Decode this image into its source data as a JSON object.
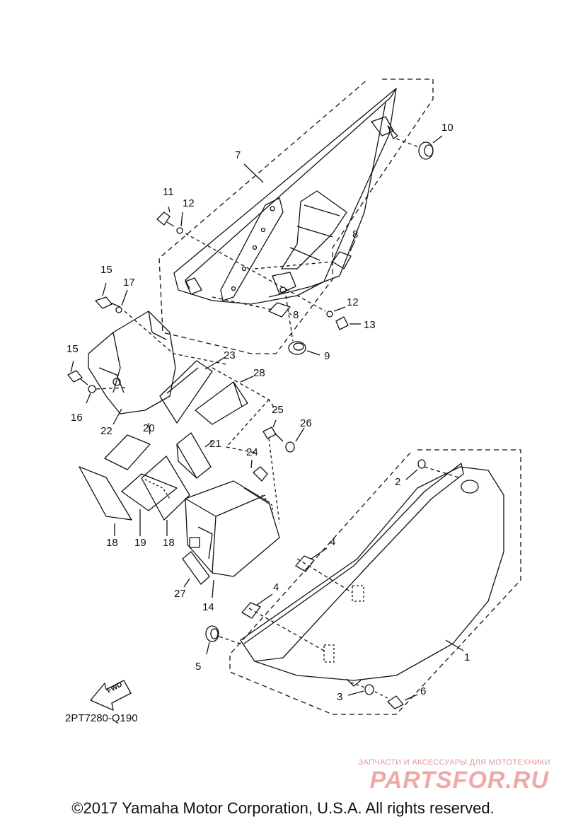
{
  "parts": [
    {
      "ref": "1"
    },
    {
      "ref": "2"
    },
    {
      "ref": "3"
    },
    {
      "ref": "4"
    },
    {
      "ref": "4"
    },
    {
      "ref": "5"
    },
    {
      "ref": "6"
    },
    {
      "ref": "7"
    },
    {
      "ref": "8"
    },
    {
      "ref": "8"
    },
    {
      "ref": "9"
    },
    {
      "ref": "10"
    },
    {
      "ref": "11"
    },
    {
      "ref": "12"
    },
    {
      "ref": "12"
    },
    {
      "ref": "13"
    },
    {
      "ref": "14"
    },
    {
      "ref": "15"
    },
    {
      "ref": "15"
    },
    {
      "ref": "16"
    },
    {
      "ref": "17"
    },
    {
      "ref": "18"
    },
    {
      "ref": "18"
    },
    {
      "ref": "19"
    },
    {
      "ref": "20"
    },
    {
      "ref": "21"
    },
    {
      "ref": "22"
    },
    {
      "ref": "23"
    },
    {
      "ref": "24"
    },
    {
      "ref": "25"
    },
    {
      "ref": "26"
    },
    {
      "ref": "27"
    },
    {
      "ref": "28"
    }
  ],
  "fwd_label": "FWD",
  "drawing_code": "2PT7280-Q190",
  "copyright": "©2017 Yamaha Motor Corporation, U.S.A. All rights reserved.",
  "watermark": {
    "tagline": "ЗАПЧАСТИ И АКСЕССУАРЫ ДЛЯ МОТОТЕХНИКИ",
    "logo": "PARTSFOR.RU"
  }
}
